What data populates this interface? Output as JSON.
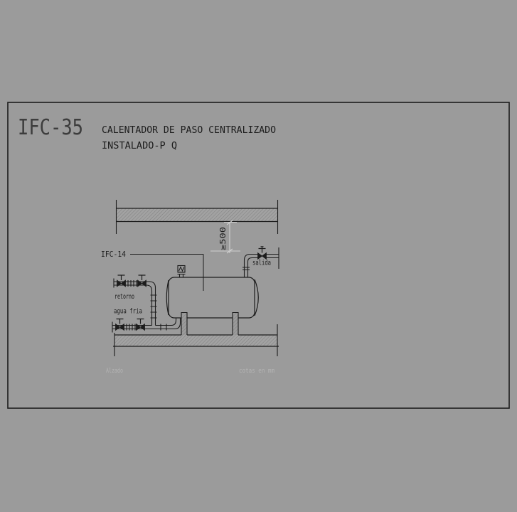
{
  "palette": {
    "background": "#9b9b9b",
    "line": "#1c1c1c",
    "dim_line": "#cfcfcf",
    "muted_label": "#b4b4b4",
    "title_gray": "#3d3d3d",
    "hatch_fill": "#a2a2a2",
    "hatch_line": "#6e6e6e"
  },
  "title_block": {
    "code": "IFC-35",
    "title_line1": "CALENTADOR DE PASO CENTRALIZADO",
    "title_line2": "INSTALADO-P Q"
  },
  "drawing": {
    "ref_label": "IFC-14",
    "dimension_text": "≥500",
    "labels": {
      "outlet": "salida",
      "return": "retorno",
      "cold_water": "agua fria"
    },
    "footer": {
      "view_name": "Alzado",
      "units_note": "cotas en mm"
    }
  }
}
